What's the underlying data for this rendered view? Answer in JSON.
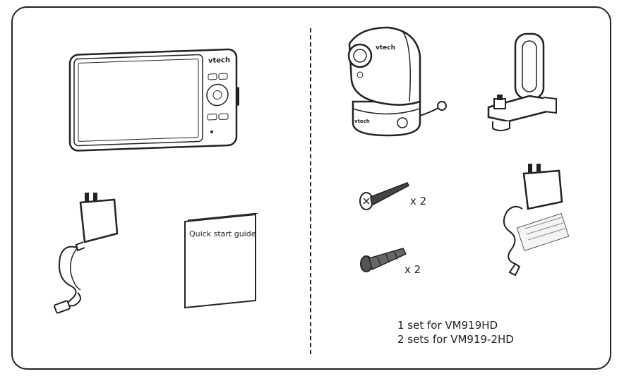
{
  "monitor": {
    "brand": "vtech"
  },
  "camera": {
    "brand": "vtech"
  },
  "quick_start_guide": {
    "title": "Quick start guide"
  },
  "screws": {
    "quantity": "x 2"
  },
  "anchors": {
    "quantity": "x 2"
  },
  "camera_adapter_note": {
    "line1": "1 set for VM919HD",
    "line2": "2 sets for VM919-2HD"
  }
}
